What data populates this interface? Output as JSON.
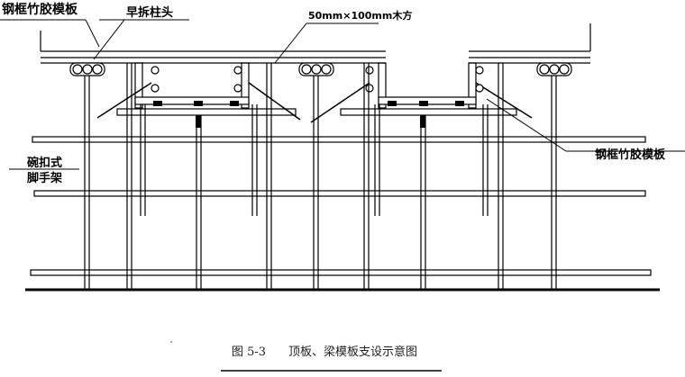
{
  "labels": {
    "top_left_formwork": "钢框竹胶模板",
    "early_strip_head": "早拆柱头",
    "timber_spec": "50mm×100mm木方",
    "right_formwork": "钢框竹胶模板",
    "scaffold_line1": "碗扣式",
    "scaffold_line2": "脚手架"
  },
  "caption": {
    "figure_no": "图 5-3",
    "title": "顶板、梁模板支设示意图"
  }
}
